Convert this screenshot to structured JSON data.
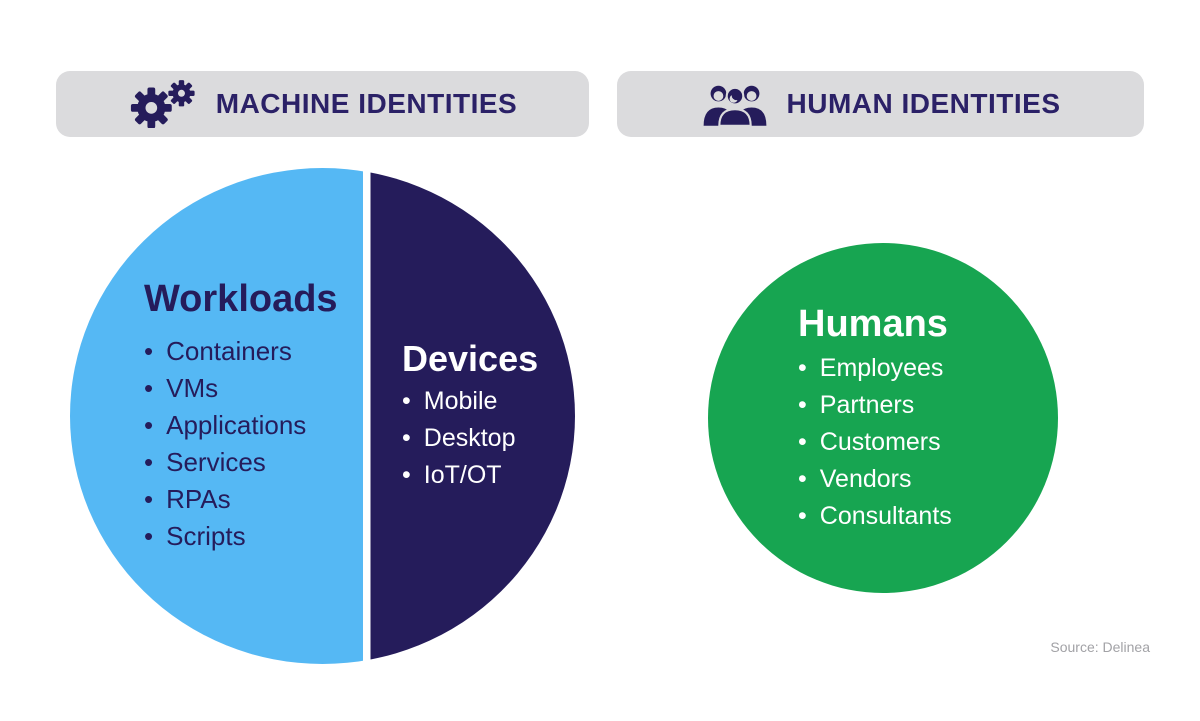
{
  "meta": {
    "source_note": "Source: Delinea"
  },
  "colors": {
    "navy": "#251C5B",
    "headertext": "#2B2167",
    "blue": "#55B8F4",
    "green": "#17A551",
    "bargray": "#DBDBDD",
    "sourcegray": "#A2A2A6",
    "white": "#FFFFFF"
  },
  "headers": {
    "machine": {
      "label": "MACHINE IDENTITIES",
      "icon": "gears-icon"
    },
    "human": {
      "label": "HUMAN IDENTITIES",
      "icon": "people-group-icon"
    }
  },
  "machine_circle": {
    "workloads": {
      "title": "Workloads",
      "items": [
        "Containers",
        "VMs",
        "Applications",
        "Services",
        "RPAs",
        "Scripts"
      ]
    },
    "devices": {
      "title": "Devices",
      "items": [
        "Mobile",
        "Desktop",
        "IoT/OT"
      ]
    }
  },
  "human_circle": {
    "humans": {
      "title": "Humans",
      "items": [
        "Employees",
        "Partners",
        "Customers",
        "Vendors",
        "Consultants"
      ]
    }
  }
}
